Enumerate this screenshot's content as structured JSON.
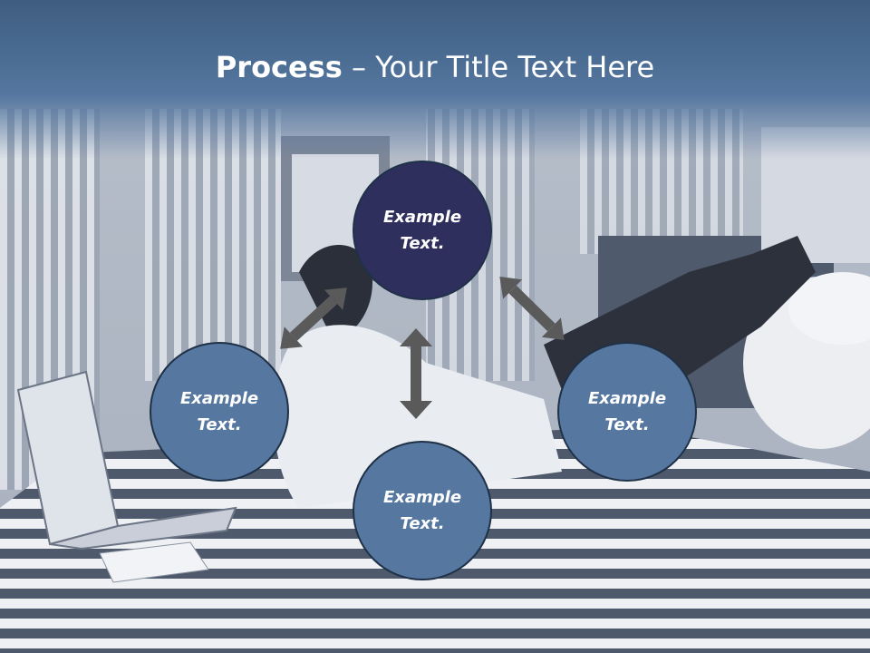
{
  "title": {
    "bold_part": "Process",
    "separator": " – ",
    "rest": "Your Title Text Here"
  },
  "nodes": [
    {
      "id": "top",
      "label": "Example\nText."
    },
    {
      "id": "left",
      "label": "Example\nText."
    },
    {
      "id": "bottom",
      "label": "Example\nText."
    },
    {
      "id": "right",
      "label": "Example\nText."
    }
  ],
  "colors": {
    "title_band": "#4a6c92",
    "node_top": "#2f2f5e",
    "node_side": "#5677a0",
    "arrow": "#5a5a5a",
    "text": "#ffffff"
  }
}
